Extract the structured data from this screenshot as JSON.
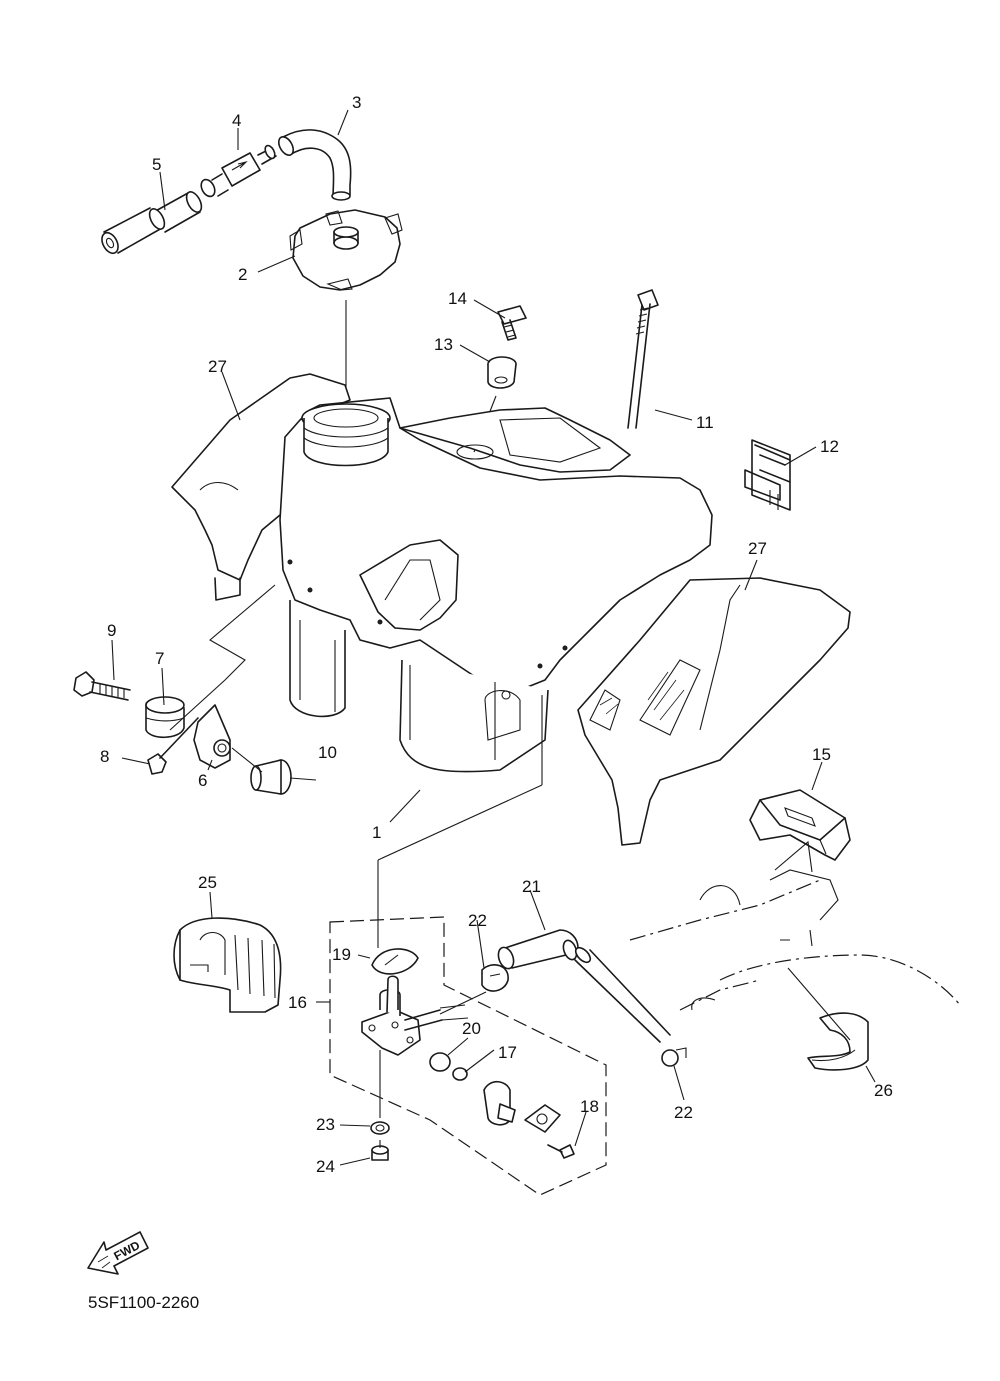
{
  "diagram": {
    "code": "5SF1100-2260",
    "fwd_label": "FWD",
    "callouts": {
      "c1": "1",
      "c2": "2",
      "c3": "3",
      "c4": "4",
      "c5": "5",
      "c6": "6",
      "c7": "7",
      "c8": "8",
      "c9": "9",
      "c10": "10",
      "c11": "11",
      "c12": "12",
      "c13": "13",
      "c14": "14",
      "c15": "15",
      "c16": "16",
      "c17": "17",
      "c18": "18",
      "c19": "19",
      "c20": "20",
      "c21": "21",
      "c22a": "22",
      "c22b": "22",
      "c23": "23",
      "c24": "24",
      "c25": "25",
      "c26": "26",
      "c27a": "27",
      "c27b": "27"
    }
  }
}
